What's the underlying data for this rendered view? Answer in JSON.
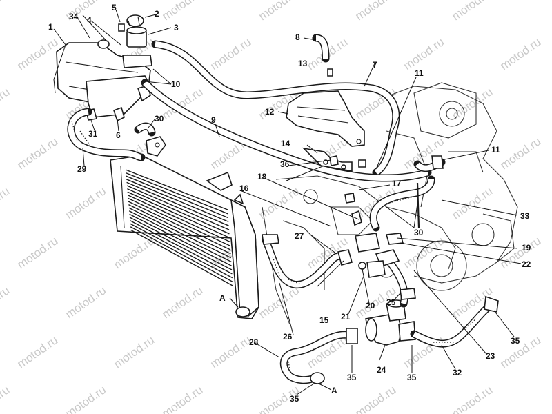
{
  "watermark": {
    "text": "motod.ru"
  },
  "callouts": [
    "1",
    "2",
    "3",
    "4",
    "5",
    "6",
    "7",
    "8",
    "9",
    "10",
    "11",
    "11",
    "12",
    "13",
    "14",
    "15",
    "16",
    "17",
    "18",
    "19",
    "20",
    "21",
    "22",
    "23",
    "24",
    "25",
    "26",
    "27",
    "28",
    "29",
    "30",
    "30",
    "31",
    "32",
    "33",
    "34",
    "35",
    "35",
    "35",
    "35",
    "36",
    "A",
    "A"
  ]
}
